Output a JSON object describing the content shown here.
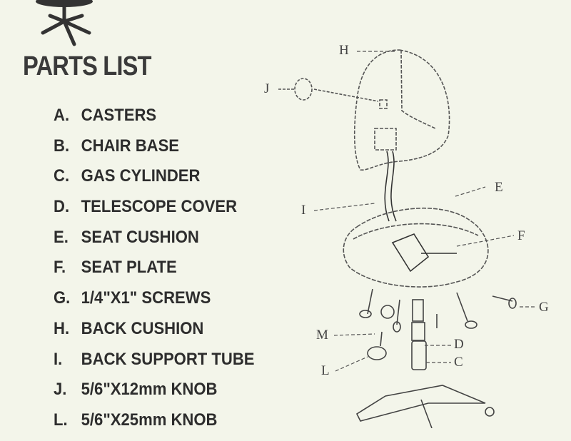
{
  "title": "PARTS LIST",
  "parts": [
    {
      "letter": "A.",
      "name": "CASTERS"
    },
    {
      "letter": "B.",
      "name": "CHAIR BASE"
    },
    {
      "letter": "C.",
      "name": "GAS CYLINDER"
    },
    {
      "letter": "D.",
      "name": "TELESCOPE COVER"
    },
    {
      "letter": "E.",
      "name": "SEAT CUSHION"
    },
    {
      "letter": "F.",
      "name": "SEAT PLATE"
    },
    {
      "letter": "G.",
      "name": "1/4\"X1\" SCREWS"
    },
    {
      "letter": "H.",
      "name": "BACK CUSHION"
    },
    {
      "letter": "I.",
      "name": "BACK SUPPORT TUBE"
    },
    {
      "letter": "J.",
      "name": "5/6\"X12mm KNOB"
    },
    {
      "letter": "L.",
      "name": "5/6\"X25mm KNOB"
    }
  ],
  "diagram_labels": {
    "H": "H",
    "J": "J",
    "E": "E",
    "I": "I",
    "F": "F",
    "G": "G",
    "M": "M",
    "D": "D",
    "L": "L",
    "C": "C"
  }
}
